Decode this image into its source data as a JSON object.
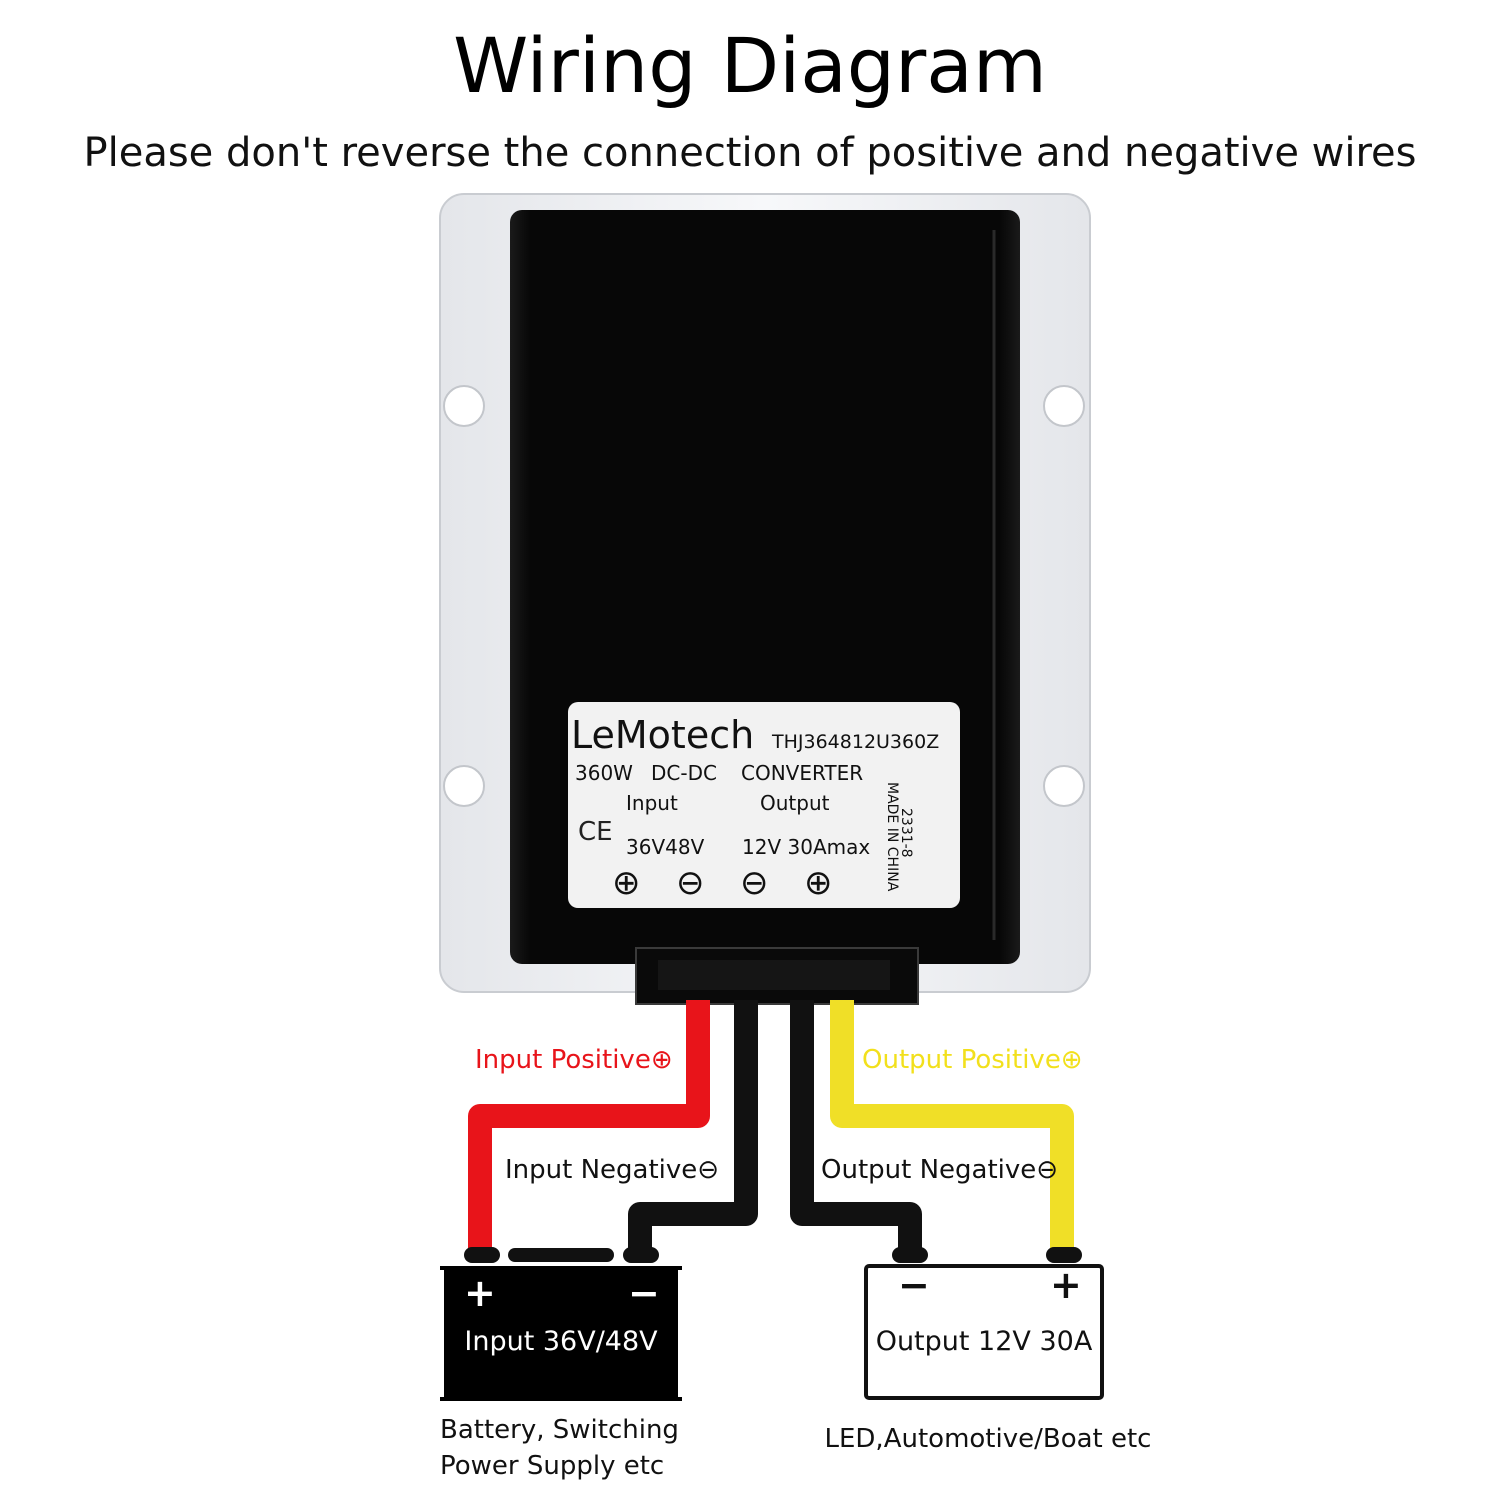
{
  "header": {
    "title": "Wiring Diagram",
    "subtitle": "Please don't reverse the connection of positive and negative wires"
  },
  "label": {
    "brand": "LeMotech",
    "model": "THJ364812U360Z",
    "power": "360W",
    "type": "DC-DC",
    "kind": "CONVERTER",
    "input_heading": "Input",
    "output_heading": "Output",
    "input_spec": "36V48V",
    "output_spec": "12V 30Amax",
    "ce_mark": "CE",
    "batch": "2331-8",
    "origin": "MADE IN CHINA",
    "terminals": [
      "⊕",
      "⊖",
      "⊖",
      "⊕"
    ]
  },
  "wires": {
    "input_positive": "Input Positive⊕",
    "input_negative": "Input Negative⊖",
    "output_negative": "Output Negative⊖",
    "output_positive": "Output Positive⊕"
  },
  "source": {
    "plus": "+",
    "minus": "−",
    "title": "Input 36V/48V",
    "caption_line1": "Battery, Switching",
    "caption_line2": "Power Supply etc"
  },
  "load": {
    "minus": "−",
    "plus": "+",
    "title": "Output 12V 30A",
    "caption": "LED,Automotive/Boat etc"
  },
  "colors": {
    "red_wire": "#e8141a",
    "black_wire": "#111111",
    "yellow_wire": "#f0df27",
    "input_positive_text": "#e8141a",
    "output_positive_text": "#f2e01c",
    "housing": "#050505",
    "bracket": "#f3f4f6"
  }
}
